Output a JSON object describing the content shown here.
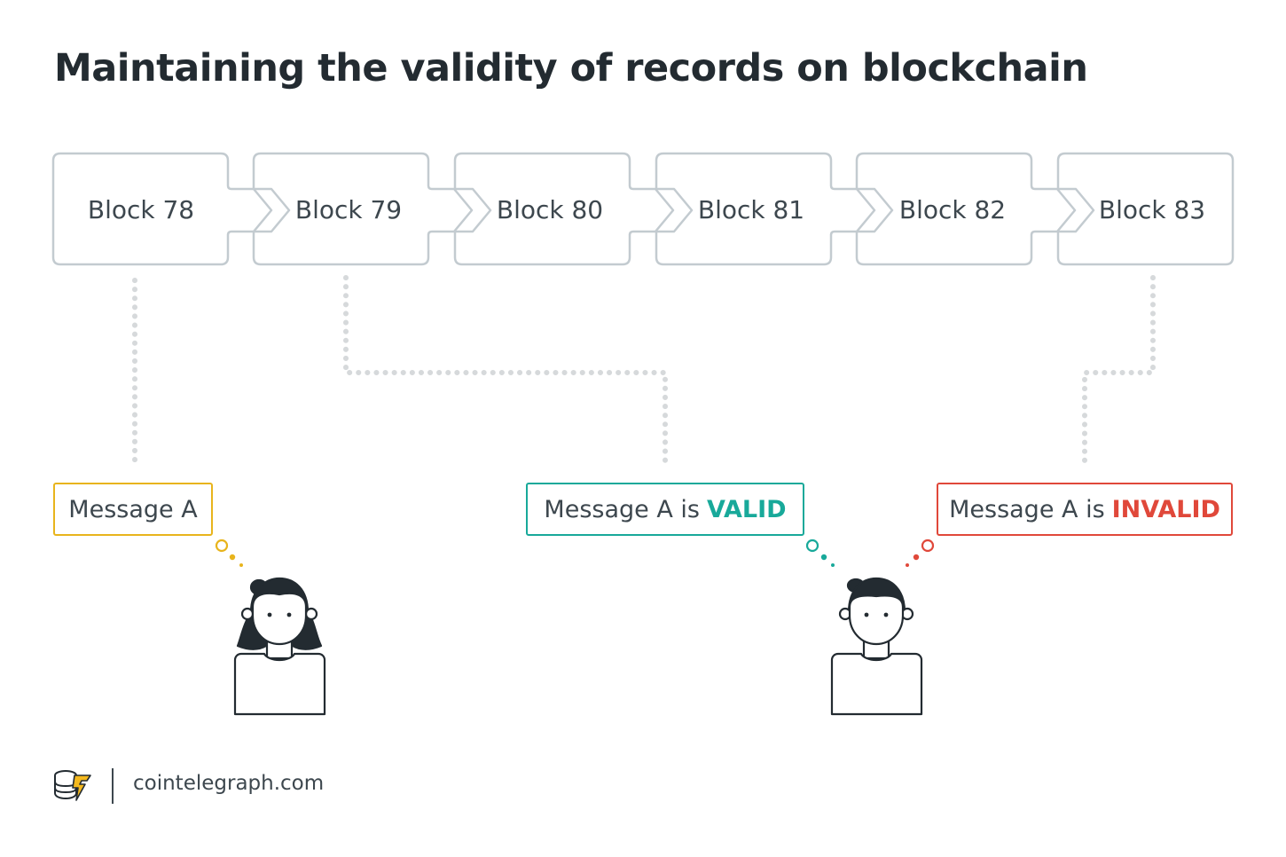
{
  "title": "Maintaining the validity of records on blockchain",
  "blocks": [
    "Block 78",
    "Block 79",
    "Block 80",
    "Block 81",
    "Block 82",
    "Block 83"
  ],
  "messages": [
    {
      "text": "Message A",
      "status": "",
      "color": "#e8b41c"
    },
    {
      "text": "Message A is",
      "status": "VALID",
      "color": "#18a99a"
    },
    {
      "text": "Message A is",
      "status": "INVALID",
      "color": "#e0483a"
    }
  ],
  "colors": {
    "block_border": "#c3cbd0",
    "connector_dots": "#d6d9db",
    "ink": "#232b31",
    "text": "#3d474e",
    "logo_accent": "#f5b91d"
  },
  "icons": [
    "person-female-icon",
    "person-male-icon",
    "cointelegraph-logo-icon"
  ],
  "footer": {
    "site": "cointelegraph.com"
  }
}
